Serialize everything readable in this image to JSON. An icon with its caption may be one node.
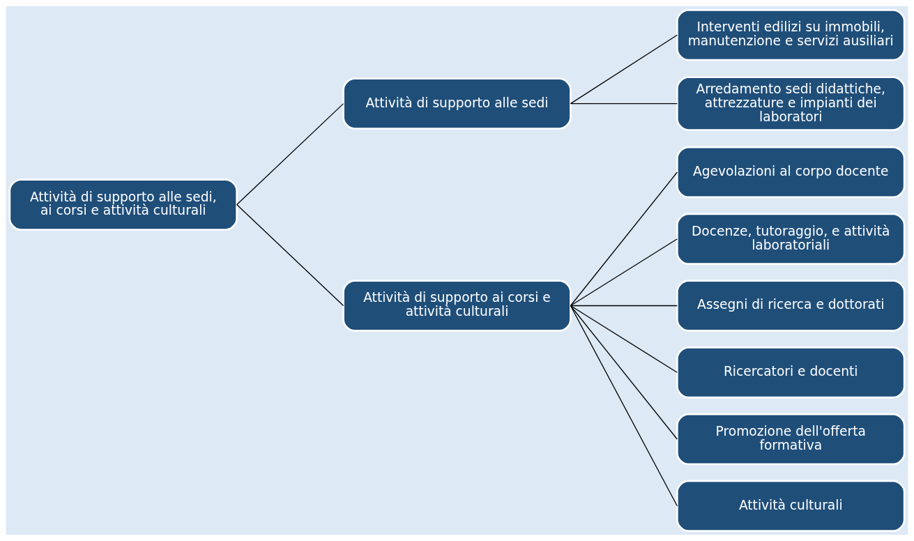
{
  "diagram": {
    "nodes": [
      {
        "text": [
          "Attività di supporto alle sedi, ai corsi e attività culturali"
        ]
      },
      {
        "text": [
          "Attività di supporto alle sedi"
        ]
      },
      {
        "text": [
          "Attività di supporto ai corsi e attività culturali"
        ]
      },
      {
        "text": [
          "Interventi edilizi su immobili, manutenzione e servizi ausiliari"
        ]
      },
      {
        "text": [
          "Arredamento sedi didattiche, attrezzature e impianti dei laboratori"
        ]
      },
      {
        "text": [
          "Agevolazioni al corpo docente"
        ]
      },
      {
        "text": [
          "Docenze, tutoraggio, e attività laboratoriali"
        ]
      },
      {
        "text": [
          "Assegni di ricerca e dottorati"
        ]
      },
      {
        "text": [
          "Ricercatori e docenti"
        ]
      },
      {
        "text": [
          "Promozione dell'offerta formativa"
        ]
      },
      {
        "text": [
          "Attività culturali"
        ]
      }
    ],
    "edges": [
      {
        "from": 0,
        "to": 1,
        "arrow": "none"
      },
      {
        "from": 0,
        "to": 2,
        "arrow": "none"
      },
      {
        "from": 1,
        "to": 3,
        "arrow": "none"
      },
      {
        "from": 1,
        "to": 4,
        "arrow": "none"
      },
      {
        "from": 2,
        "to": 5,
        "arrow": "none"
      },
      {
        "from": 2,
        "to": 6,
        "arrow": "none"
      },
      {
        "from": 2,
        "to": 7,
        "arrow": "none"
      },
      {
        "from": 2,
        "to": 8,
        "arrow": "none"
      },
      {
        "from": 2,
        "to": 9,
        "arrow": "none"
      },
      {
        "from": 2,
        "to": 10,
        "arrow": "none"
      }
    ]
  }
}
